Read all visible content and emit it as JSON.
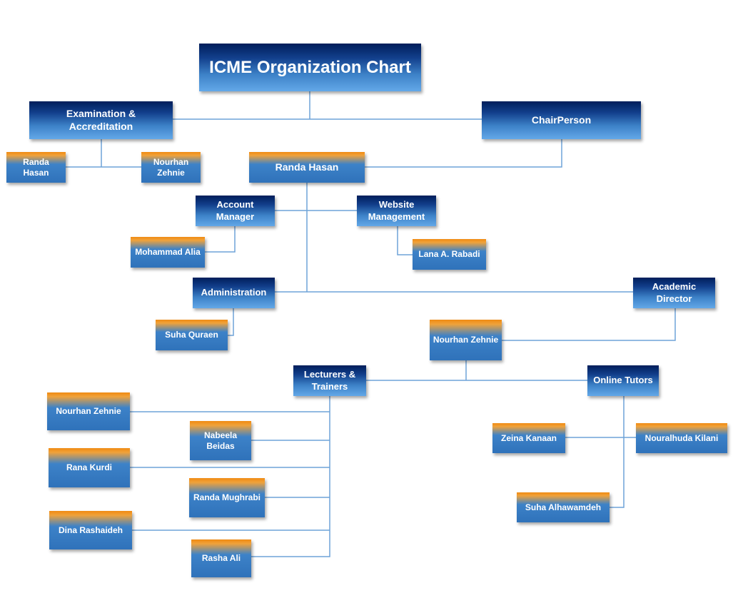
{
  "chart": {
    "title": "ICME Organization Chart",
    "connector_color": "#6fa3d8",
    "role_colors": {
      "top": "#001e5a",
      "bottom": "#63a8e8"
    },
    "person_colors": {
      "band": "#f08a12",
      "bottom": "#2f72ba"
    }
  },
  "top": {
    "examination": "Examination &\nAccreditation",
    "chairperson": "ChairPerson"
  },
  "examination_members": [
    "Randa\nHasan",
    "Nourhan\nZehnie"
  ],
  "chair_member": "Randa Hasan",
  "account_manager": {
    "role": "Account\nManager",
    "member": "Mohammad Alia"
  },
  "website_management": {
    "role": "Website\nManagement",
    "member": "Lana A. Rabadi"
  },
  "administration": {
    "role": "Administration",
    "member": "Suha Quraen"
  },
  "academic_director": {
    "role": "Academic\nDirector",
    "member": "Nourhan Zehnie"
  },
  "lecturers": {
    "role": "Lecturers &\nTrainers",
    "members": [
      "Nourhan Zehnie",
      "Nabeela\nBeidas",
      "Rana Kurdi",
      "Randa Mughrabi",
      "Dina Rashaideh",
      "Rasha Ali"
    ]
  },
  "online_tutors": {
    "role": "Online Tutors",
    "members": [
      "Zeina Kanaan",
      "Nouralhuda Kilani",
      "Suha Alhawamdeh"
    ]
  }
}
